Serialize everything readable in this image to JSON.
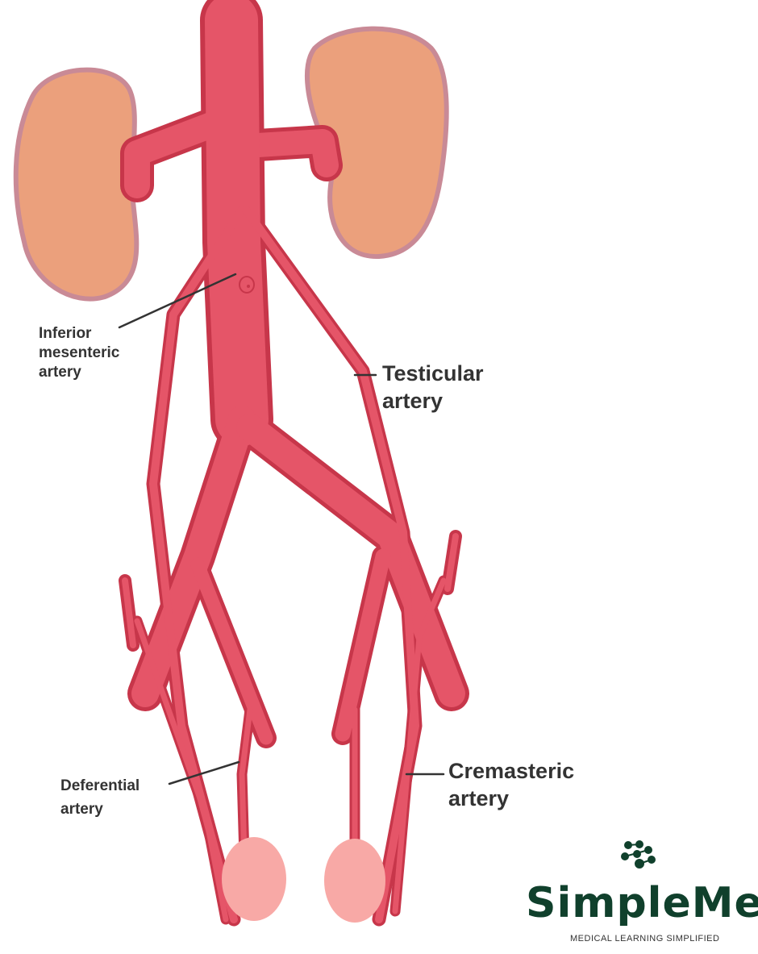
{
  "labels": {
    "inferior_mesenteric": [
      "Inferior",
      "mesenteric",
      "artery"
    ],
    "testicular": [
      "Testicular",
      "artery"
    ],
    "deferential": [
      "Deferential",
      "artery"
    ],
    "cremasteric": [
      "Cremasteric",
      "artery"
    ]
  },
  "logo": {
    "name": "SimpleMed",
    "tagline": "MEDICAL LEARNING SIMPLIFIED"
  },
  "colors": {
    "artery": "#e55568",
    "artery_outline": "#c7364a",
    "kidney": "#eba07c",
    "kidney_outline": "#c98a96",
    "testis": "#f8a9a6",
    "leader": "#333333",
    "brand": "#10402c"
  }
}
